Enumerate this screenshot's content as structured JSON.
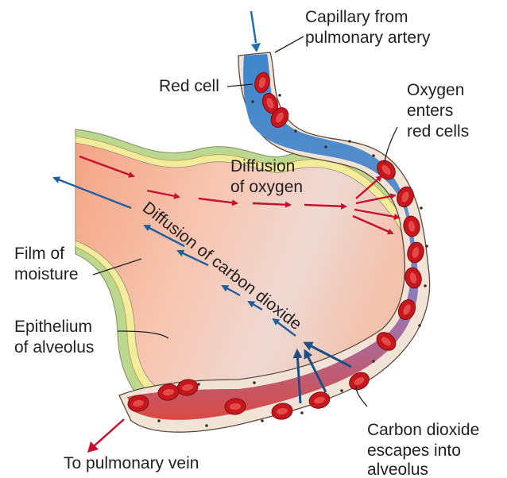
{
  "labels": {
    "capillary_line1": "Capillary from",
    "capillary_line2": "pulmonary artery",
    "red_cell": "Red cell",
    "oxygen_line1": "Oxygen",
    "oxygen_line2": "enters",
    "oxygen_line3": "red cells",
    "diff_oxygen_line1": "Diffusion",
    "diff_oxygen_line2": "of oxygen",
    "diff_co2": "Diffusion of carbon dioxide",
    "film_line1": "Film of",
    "film_line2": "moisture",
    "epi_line1": "Epithelium",
    "epi_line2": "of alveolus",
    "co2_out_line1": "Carbon dioxide",
    "co2_out_line2": "escapes into",
    "co2_out_line3": "alveolus",
    "vein": "To pulmonary vein"
  },
  "colors": {
    "oxygen_arrow": "#c8102e",
    "co2_arrow": "#1f5f9e",
    "artery_blood": "#4d8fcf",
    "vein_blood": "#e2573a",
    "red_cell": "#c8161d",
    "alveolus_fill": "#f7c9b0",
    "moisture": "#f3ec9a",
    "epithelium": "#bcd88f",
    "tissue": "#f1e4d6"
  }
}
